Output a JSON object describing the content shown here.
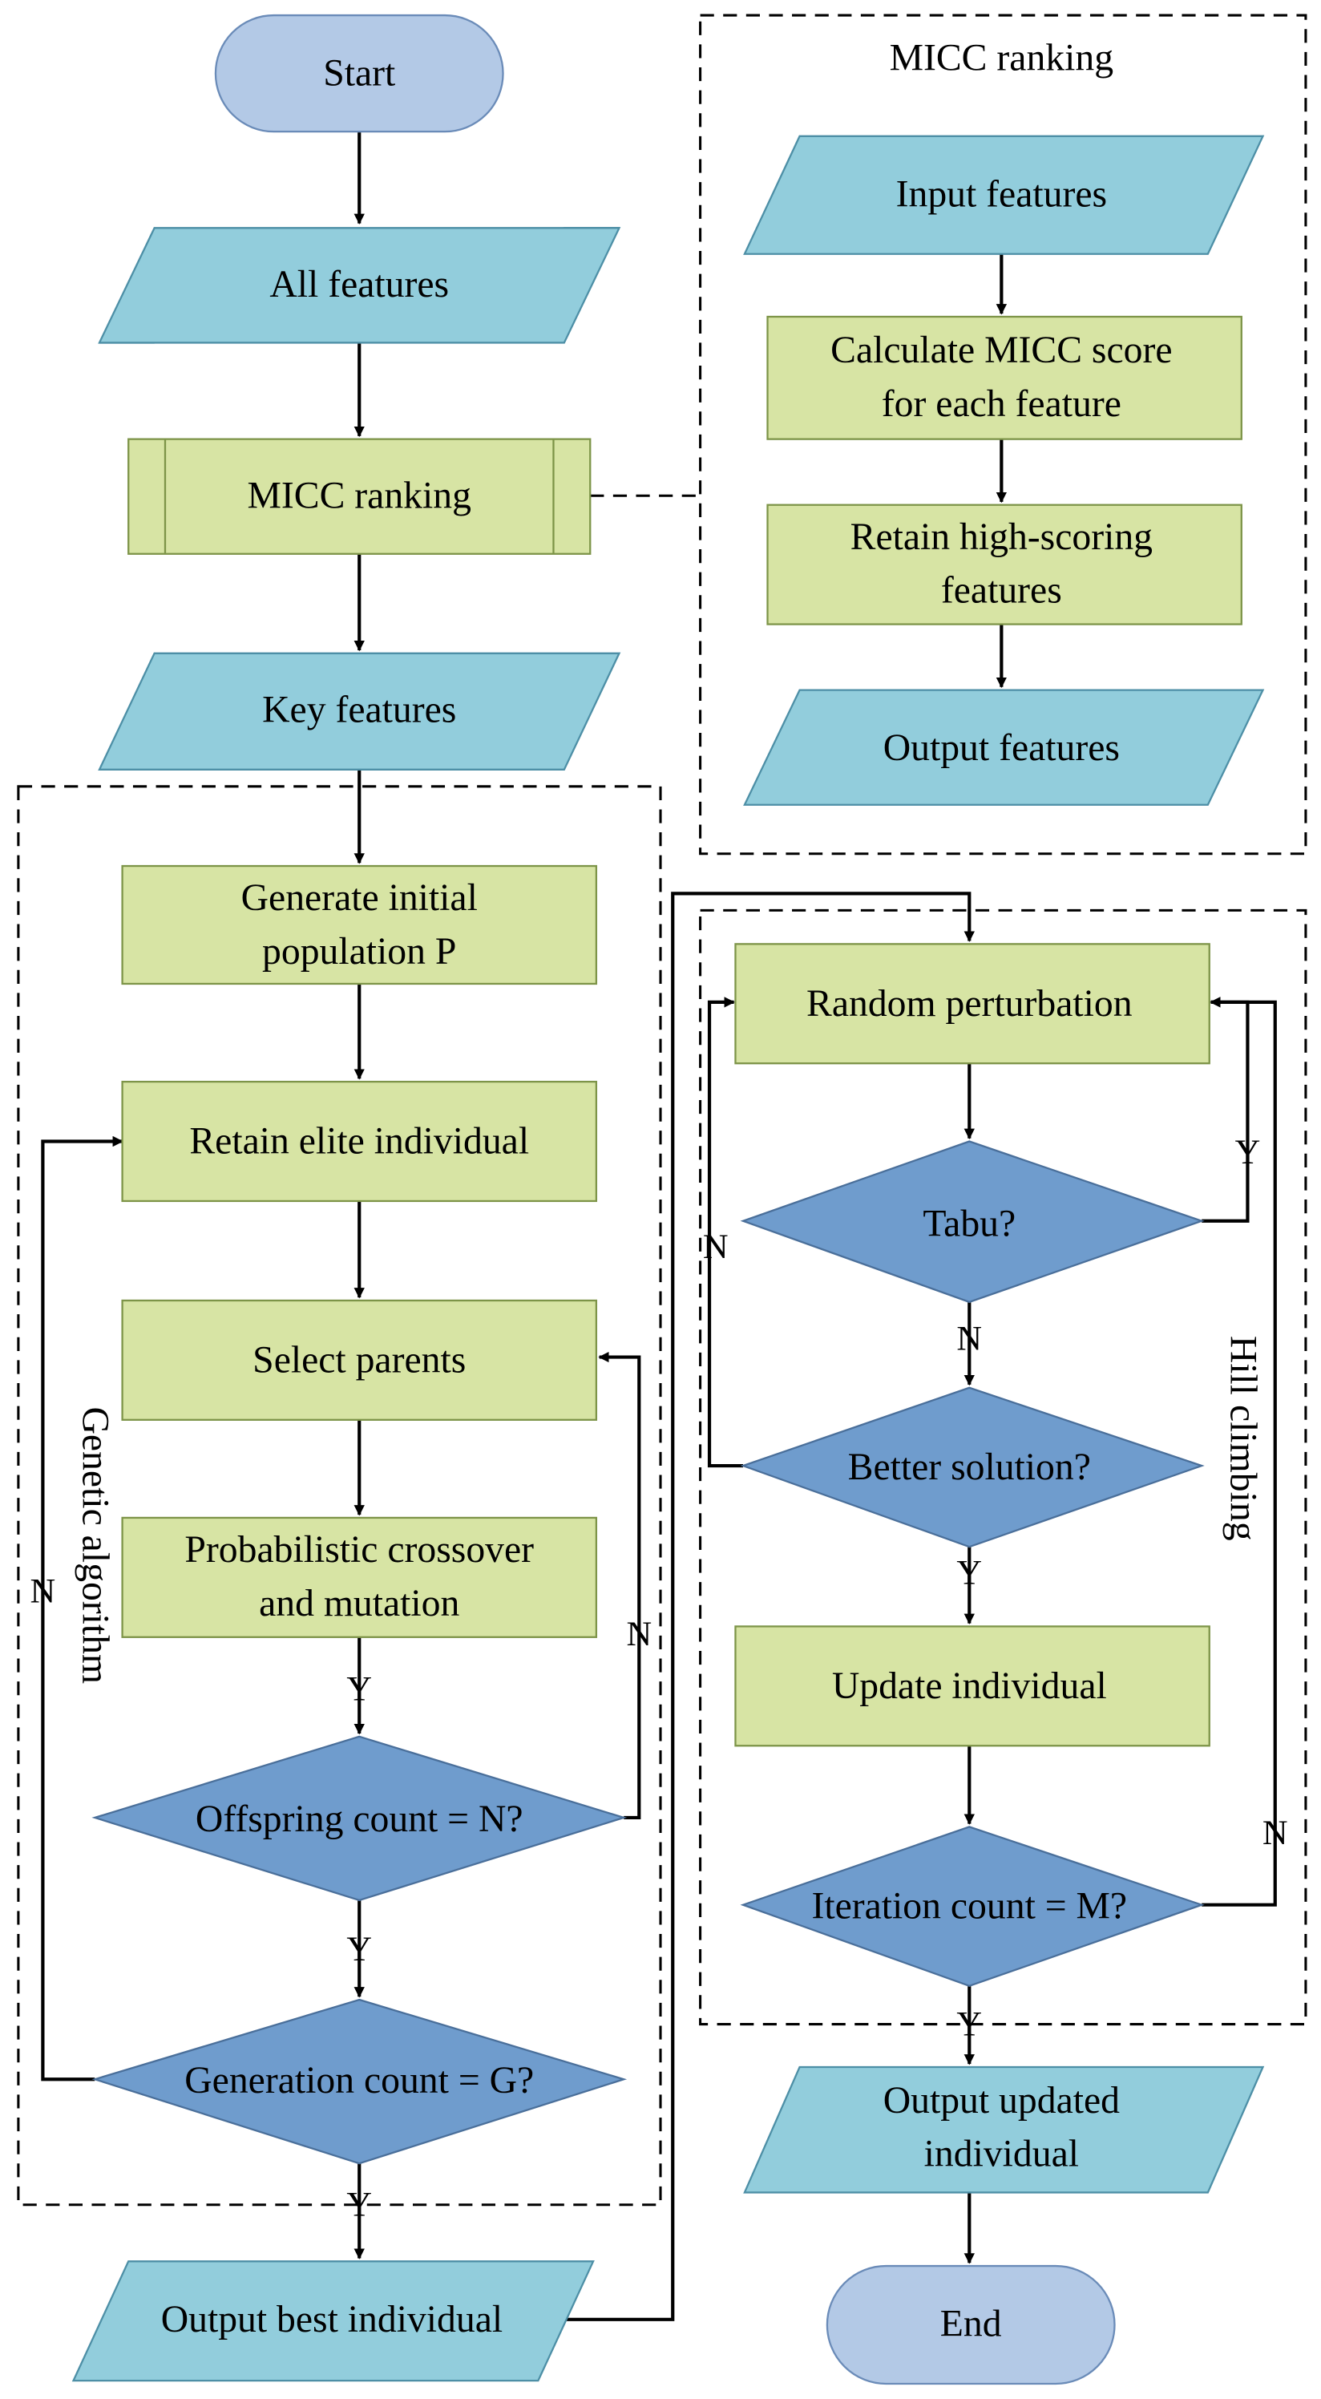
{
  "nodes": {
    "start": "Start",
    "all_features": "All features",
    "micc_ranking": "MICC ranking",
    "key_features": "Key features",
    "gen_init_1": "Generate initial",
    "gen_init_2": "population P",
    "retain_elite": "Retain elite individual",
    "select_parents": "Select parents",
    "prob_cross_1": "Probabilistic crossover",
    "prob_cross_2": "and mutation",
    "offspring_count": "Offspring count = N?",
    "generation_count": "Generation count = G?",
    "output_best": "Output best individual",
    "input_features": "Input features",
    "calc_micc_1": "Calculate MICC score",
    "calc_micc_2": "for each feature",
    "retain_high_1": "Retain high-scoring",
    "retain_high_2": "features",
    "output_features": "Output features",
    "random_perturbation": "Random perturbation",
    "tabu": "Tabu?",
    "better_solution": "Better solution?",
    "update_individual": "Update individual",
    "iteration_count": "Iteration count = M?",
    "output_updated_1": "Output updated",
    "output_updated_2": "individual",
    "end": "End"
  },
  "groups": {
    "micc_group_title": "MICC ranking",
    "ga_group_title": "Genetic algorithm",
    "hill_group_title": "Hill climbing"
  },
  "edge_labels": {
    "y": "Y",
    "n": "N"
  },
  "colors": {
    "io": "#92cddc",
    "process": "#d7e4a4",
    "decision": "#6f9ccd",
    "terminal": "#b3c9e6"
  }
}
